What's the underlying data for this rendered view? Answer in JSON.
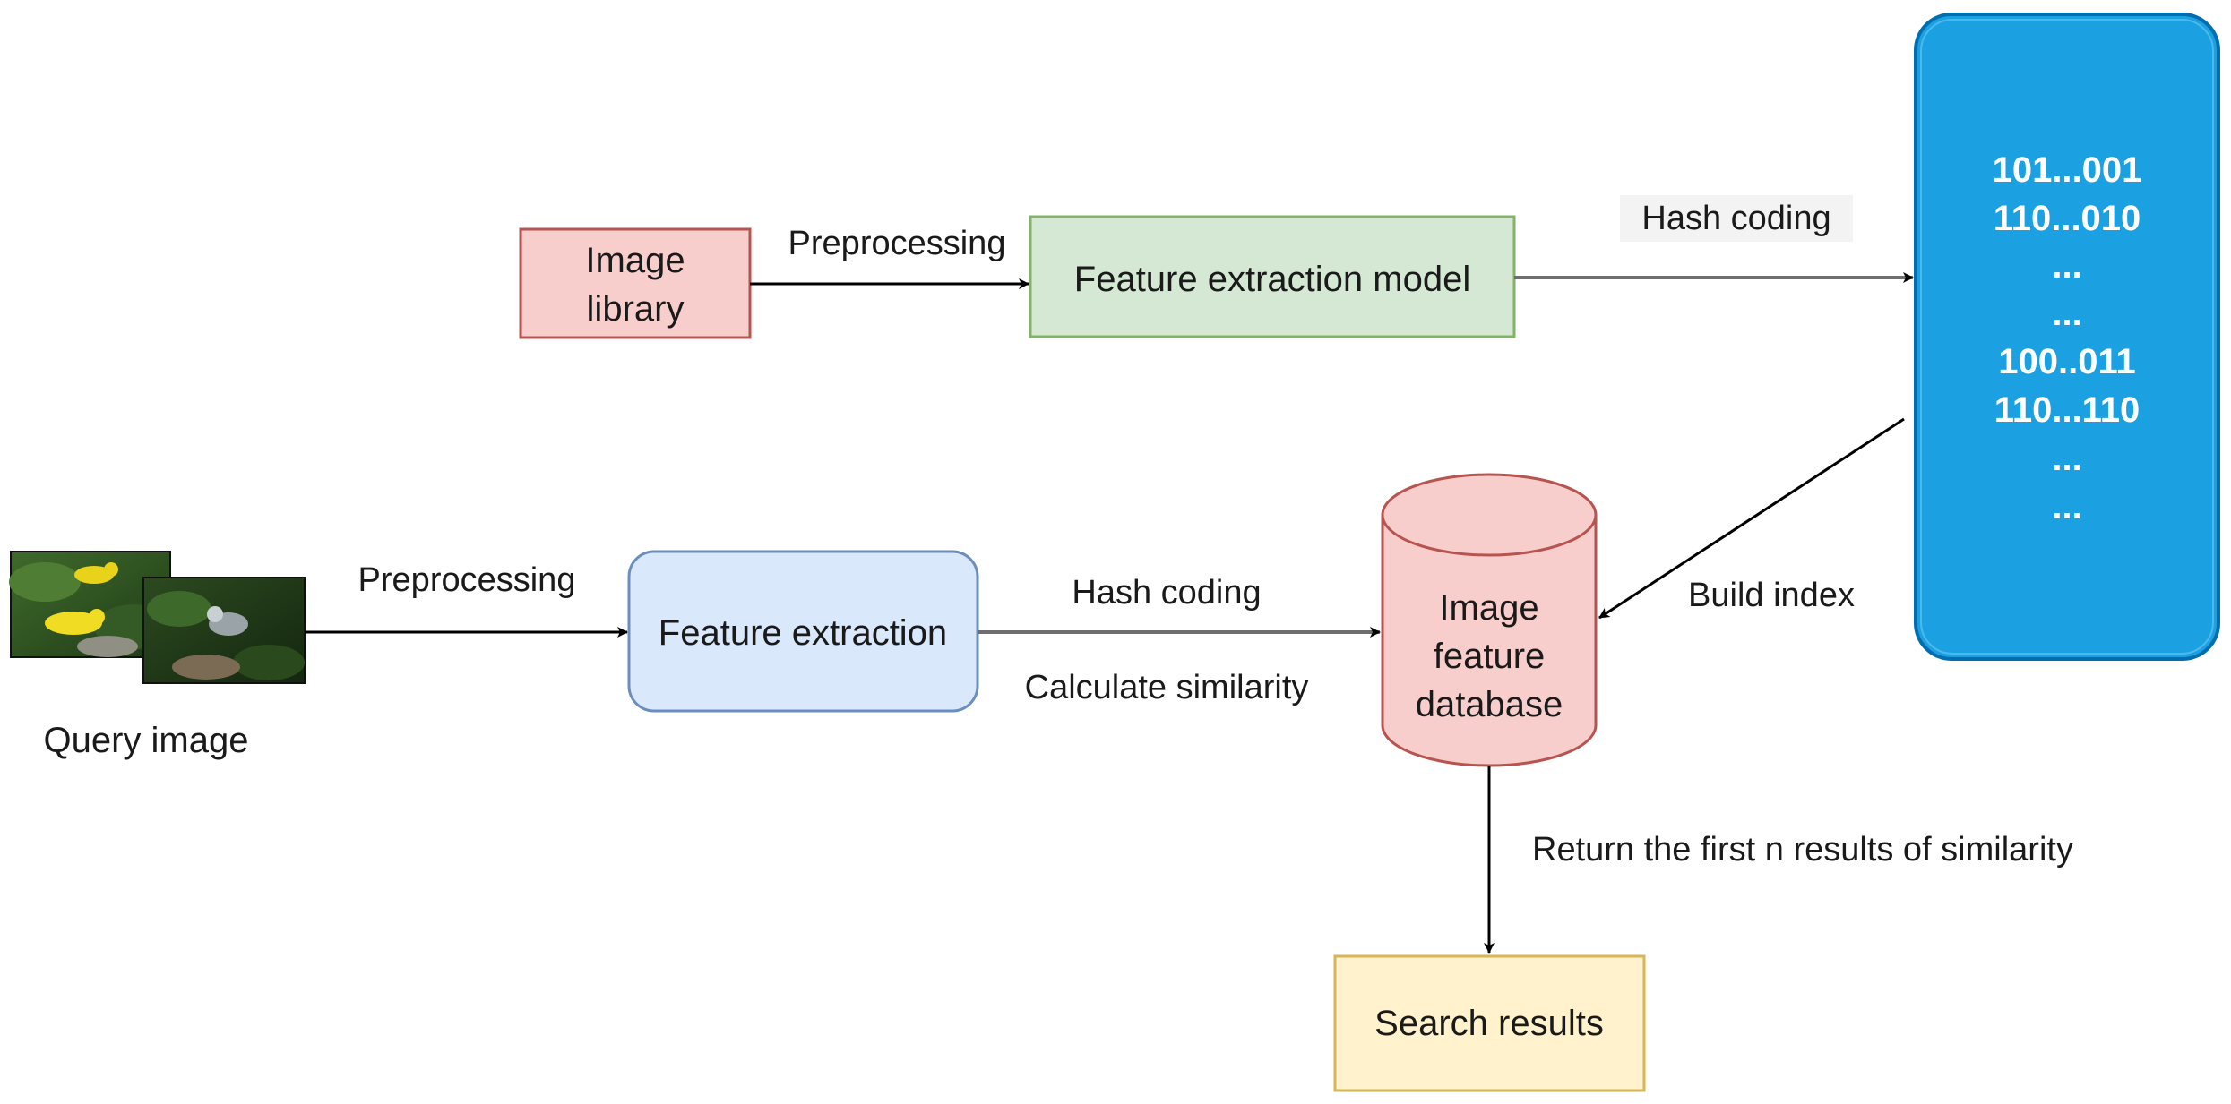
{
  "nodes": {
    "image_library": {
      "line1": "Image",
      "line2": "library"
    },
    "feature_extraction_model": {
      "label": "Feature extraction model"
    },
    "feature_extraction": {
      "label": "Feature extraction"
    },
    "image_feature_database": {
      "line1": "Image",
      "line2": "feature",
      "line3": "database"
    },
    "search_results": {
      "label": "Search results"
    },
    "hash_codes": {
      "lines": [
        "101...001",
        "110...010",
        "...",
        "...",
        "100..011",
        "110...110",
        "...",
        "..."
      ]
    },
    "query_image": {
      "caption": "Query image"
    }
  },
  "edges": {
    "preprocessing_top": "Preprocessing",
    "hash_coding_top": "Hash coding",
    "preprocessing_bottom": "Preprocessing",
    "hash_coding_bottom": "Hash coding",
    "calculate_similarity": "Calculate similarity",
    "build_index": "Build index",
    "return_results": "Return the first n results of similarity"
  },
  "colors": {
    "red_fill": "#f8cecc",
    "red_stroke": "#b85450",
    "green_fill": "#d5e8d4",
    "green_stroke": "#82b366",
    "blue_fill": "#dae8fc",
    "blue_stroke": "#6c8ebf",
    "yellow_fill": "#fff2cc",
    "yellow_stroke": "#d6b656",
    "hash_fill": "#1ba1e2",
    "hash_stroke": "#006eaf"
  }
}
